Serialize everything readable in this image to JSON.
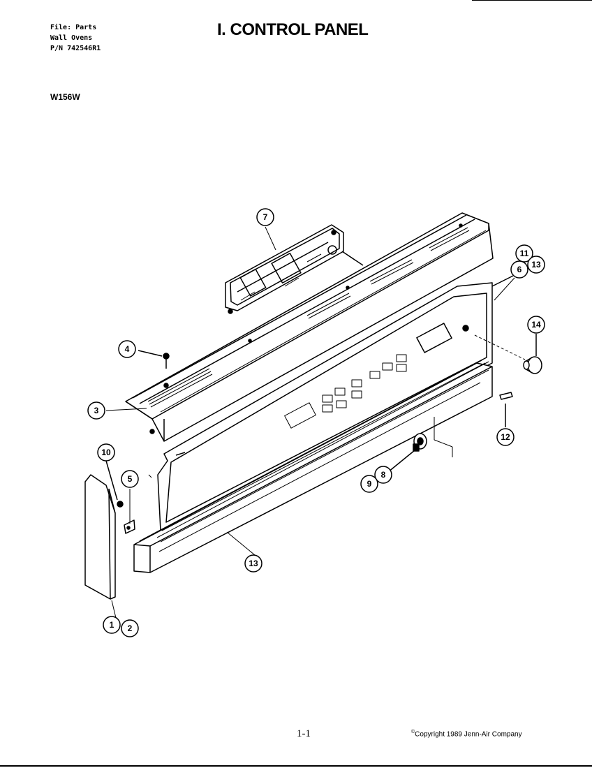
{
  "header": {
    "file_line": "File: Parts",
    "category_line": "Wall Ovens",
    "part_number_line": "P/N 742546R1",
    "title": "I. CONTROL PANEL",
    "model": "W156W"
  },
  "footer": {
    "page_number": "1-1",
    "copyright_symbol": "©",
    "copyright_text": "Copyright 1989 Jenn-Air Company"
  },
  "callouts": [
    {
      "id": "callout-7",
      "label": "7"
    },
    {
      "id": "callout-11",
      "label": "11"
    },
    {
      "id": "callout-13-top",
      "label": "13"
    },
    {
      "id": "callout-6",
      "label": "6"
    },
    {
      "id": "callout-14",
      "label": "14"
    },
    {
      "id": "callout-4",
      "label": "4"
    },
    {
      "id": "callout-3",
      "label": "3"
    },
    {
      "id": "callout-12",
      "label": "12"
    },
    {
      "id": "callout-10",
      "label": "10"
    },
    {
      "id": "callout-5",
      "label": "5"
    },
    {
      "id": "callout-8",
      "label": "8"
    },
    {
      "id": "callout-9",
      "label": "9"
    },
    {
      "id": "callout-13-bottom",
      "label": "13"
    },
    {
      "id": "callout-1",
      "label": "1"
    },
    {
      "id": "callout-2",
      "label": "2"
    }
  ]
}
